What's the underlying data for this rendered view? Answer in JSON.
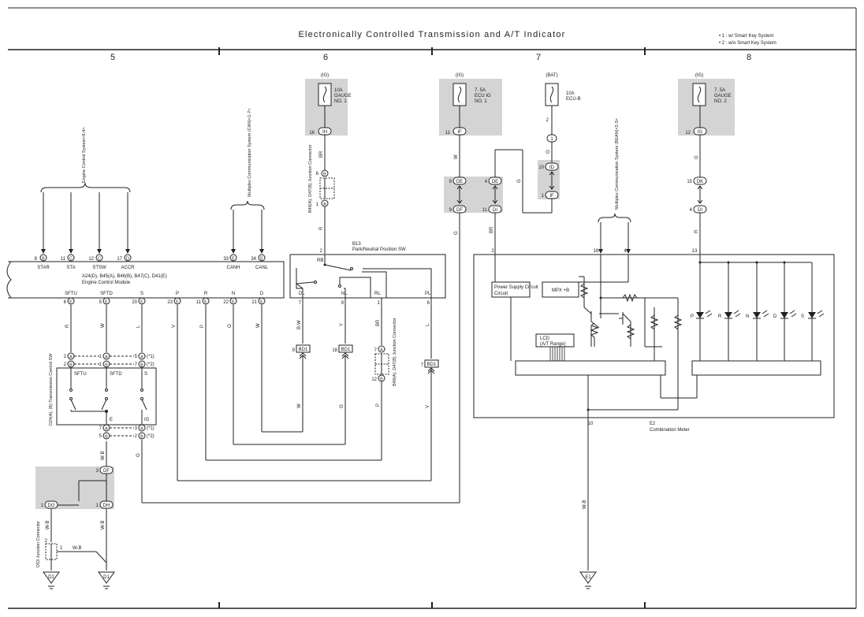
{
  "title": "Electronically Controlled Transmission and A/T Indicator",
  "notes": [
    "• 1 : w/ Smart Key System",
    "• 2 : w/o Smart Key System"
  ],
  "columns": [
    "5",
    "6",
    "7",
    "8"
  ],
  "fuses": {
    "gauge1": {
      "source": "(IG)",
      "line1": "10A",
      "line2": "GAUGE",
      "line3": "NO. 1",
      "pin": "16",
      "conn": "IH"
    },
    "ecuig1": {
      "source": "(IG)",
      "line1": "7. 5A",
      "line2": "ECU IG",
      "line3": "NO. 1",
      "pin": "11",
      "conn": "IF"
    },
    "ecub": {
      "source": "(BAT)",
      "line1": "10A",
      "line2": "ECU-B",
      "pin": "2",
      "conn": "1"
    },
    "gauge2": {
      "source": "(IG)",
      "line1": "7. 5A",
      "line2": "GAUGE",
      "line3": "NO. 2",
      "pin": "12",
      "conn": "IG"
    }
  },
  "ecm": {
    "label1": "A24(D), B45(A), B46(B), B47(C), D41(E)",
    "label2": "Engine Control Module",
    "top_refs": [
      {
        "pin": "8",
        "conn": "B",
        "name": "STAR"
      },
      {
        "pin": "11",
        "conn": "C",
        "name": "STA"
      },
      {
        "pin": "12",
        "conn": "C",
        "name": "STSW"
      },
      {
        "pin": "17",
        "conn": "D",
        "name": "ACCR"
      },
      {
        "pin": "33",
        "conn": "E",
        "name": "CANH"
      },
      {
        "pin": "34",
        "conn": "E",
        "name": "CANL"
      }
    ],
    "bottom_pins": [
      {
        "pin": "6",
        "conn": "E",
        "name": "SFTU",
        "wire": "R"
      },
      {
        "pin": "5",
        "conn": "E",
        "name": "SFTD",
        "wire": "W"
      },
      {
        "pin": "20",
        "conn": "E",
        "name": "S",
        "wire": "L"
      },
      {
        "pin": "23",
        "conn": "E",
        "name": "P",
        "wire": "V"
      },
      {
        "pin": "11",
        "conn": "E",
        "name": "R",
        "wire": "P"
      },
      {
        "pin": "22",
        "conn": "E",
        "name": "N",
        "wire": "O"
      },
      {
        "pin": "21",
        "conn": "E",
        "name": "D",
        "wire": "W"
      }
    ]
  },
  "system_refs": {
    "engine": "Engine Control System<6-4>",
    "mpx_can": "Multiplex Communication System (CAN)<1-7>",
    "mpx_bean": "Multiplex Communication System (BEAN)<2-3>"
  },
  "nsw": {
    "code": "B13",
    "name": "Park/Neutral Position SW",
    "rb": "RB",
    "pin_top": "2",
    "pins": [
      {
        "pin": "7",
        "name": "DL",
        "wire": "B-W"
      },
      {
        "pin": "9",
        "name": "NL",
        "wire": "Y"
      },
      {
        "pin": "1",
        "name": "RL",
        "wire": "BR"
      },
      {
        "pin": "6",
        "name": "PL",
        "wire": "L"
      }
    ]
  },
  "jc_b48_top": {
    "label": "B48(A), D47(B) Junction Connector",
    "pin_top": "6",
    "conn_top": "B",
    "pin_bot": "1",
    "conn_bot": "A"
  },
  "jc_b48_bot": {
    "label": "B48(A), D47(B) Junction Connector",
    "pin_top": "7",
    "conn_top": "A",
    "pin_bot": "12",
    "conn_bot": "B"
  },
  "bd1": [
    {
      "pin": "9",
      "label": "BD1"
    },
    {
      "pin": "18",
      "label": "BD1"
    },
    {
      "pin": "7",
      "label": "BD1"
    }
  ],
  "tcsw": {
    "label": "D24(A), (B) Transmission Control SW",
    "switches": [
      "SFTU",
      "SFTD",
      "S"
    ],
    "bottom": [
      "E",
      "IG"
    ],
    "top_rows": [
      {
        "left": "2",
        "conn": "A",
        "right": "1",
        "right_conn": "A",
        "right3": "5",
        "right3_conn": "A",
        "note": "(*1)"
      },
      {
        "left": "2",
        "conn": "B",
        "right": "1",
        "right_conn": "B",
        "right3": "7",
        "right3_conn": "B",
        "note": "(*2)"
      }
    ],
    "bottom_rows": [
      {
        "left": "7",
        "conn": "A",
        "right": "3",
        "right_conn": "A",
        "note": "(*1)"
      },
      {
        "left": "5",
        "conn": "B",
        "right": "2",
        "right_conn": "B",
        "note": "(*2)"
      }
    ]
  },
  "jb_bottom": {
    "pin_top": "3",
    "conn_top": "DF",
    "pin_l": "1",
    "conn_l": "DG",
    "pin_r": "1",
    "conn_r": "DH"
  },
  "jc_d53": {
    "label": "D53 Junction Connector",
    "pin_2": "2",
    "pin_1": "1"
  },
  "wires": {
    "br": "BR",
    "w": "W",
    "g": "G",
    "o": "O",
    "r": "R",
    "wb": "W-B",
    "w_b": "W-B"
  },
  "grounds": [
    "D2",
    "D1",
    "E1"
  ],
  "meter": {
    "code": "E2",
    "name": "Combination Meter",
    "psu": "Power Supply Circuit",
    "mpx": "MPX +B",
    "lcd1": "LCD",
    "lcd2": "(A/T Range)",
    "pins": {
      "top_left": "2",
      "mpx1": "16",
      "mpx2": "4",
      "gauge": "13",
      "gnd": "10"
    },
    "leds": [
      "P",
      "R",
      "N",
      "D",
      "S"
    ]
  },
  "jb_right": {
    "r1_pin": "9",
    "r1_conn": "DE",
    "r2_pin": "4",
    "r2_conn": "DE",
    "r3_pin": "9",
    "r3_conn": "DF",
    "r4_pin": "11",
    "r4_conn": "DI",
    "b1_pin": "10",
    "b1_conn": "ID",
    "b2_pin": "1",
    "b2_conn": "IF"
  },
  "dk": {
    "pin_top": "15",
    "conn_top": "DK",
    "pin_bot": "4",
    "conn_bot": "DI"
  }
}
